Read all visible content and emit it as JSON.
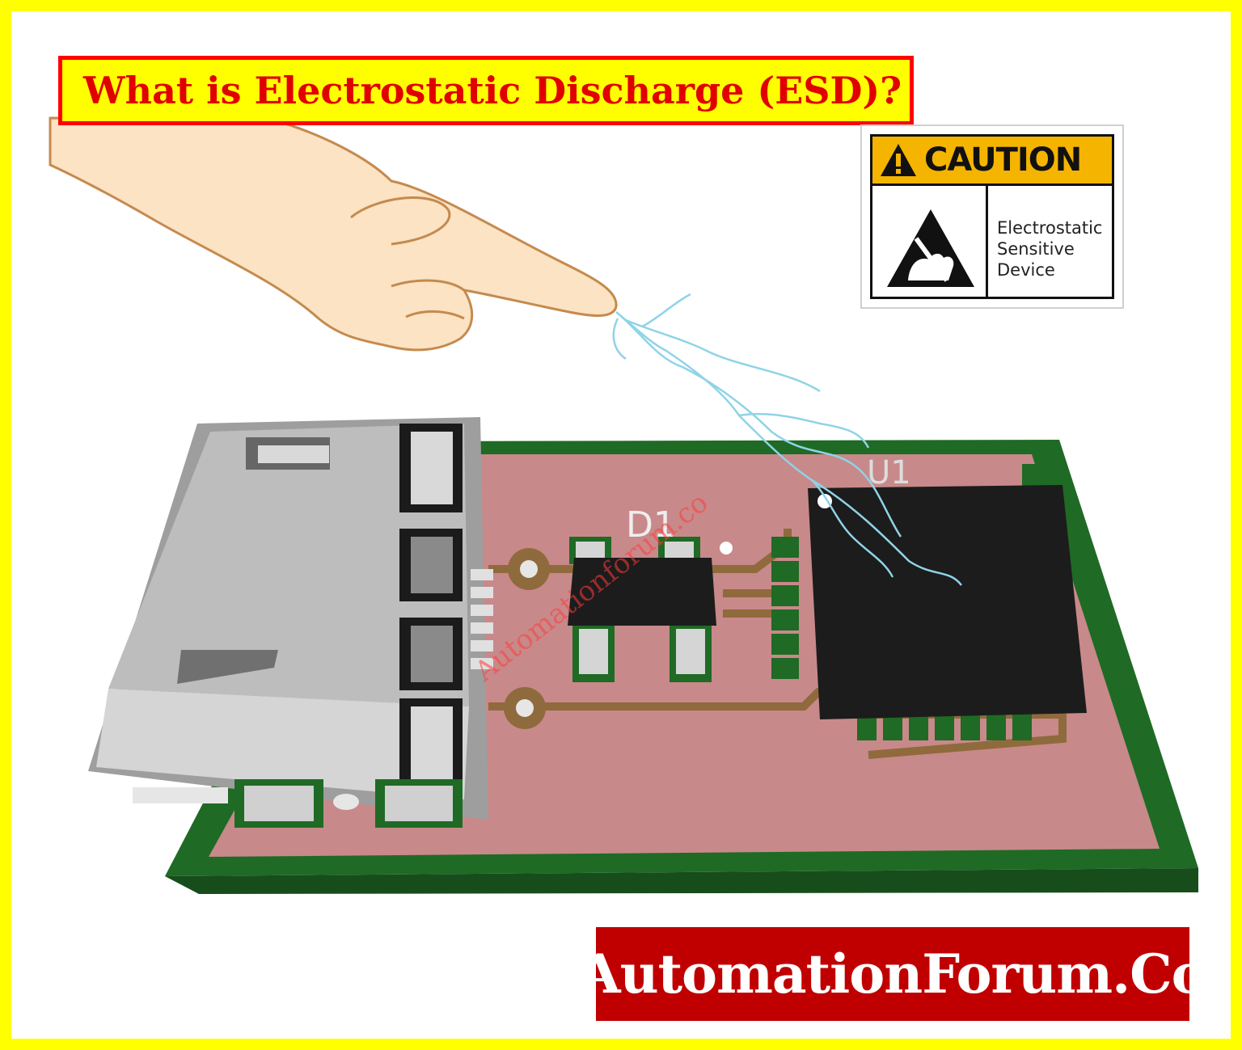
{
  "title": "What is Electrostatic Discharge (ESD)?",
  "caution_sign": {
    "header": "CAUTION",
    "lines": [
      "Electrostatic",
      "Sensitive",
      "Device"
    ],
    "icon": "esd-susceptibility-hand-icon"
  },
  "board": {
    "label_d1": "D1",
    "label_u1": "U1",
    "watermark": "Automationforum.co"
  },
  "brand": "AutomationForum.Co",
  "colors": {
    "frame": "#ffff00",
    "title_text": "#e00000",
    "title_border": "#ff0000",
    "pcb_green": "#1f6a25",
    "pcb_pink": "#c8898a",
    "copper": "#8f6a3d",
    "chip": "#1c1c1c",
    "connector": "#b9b9b9",
    "caution_yellow": "#f5b400",
    "spark": "#8fd3e8",
    "brand_bg": "#c00000"
  }
}
